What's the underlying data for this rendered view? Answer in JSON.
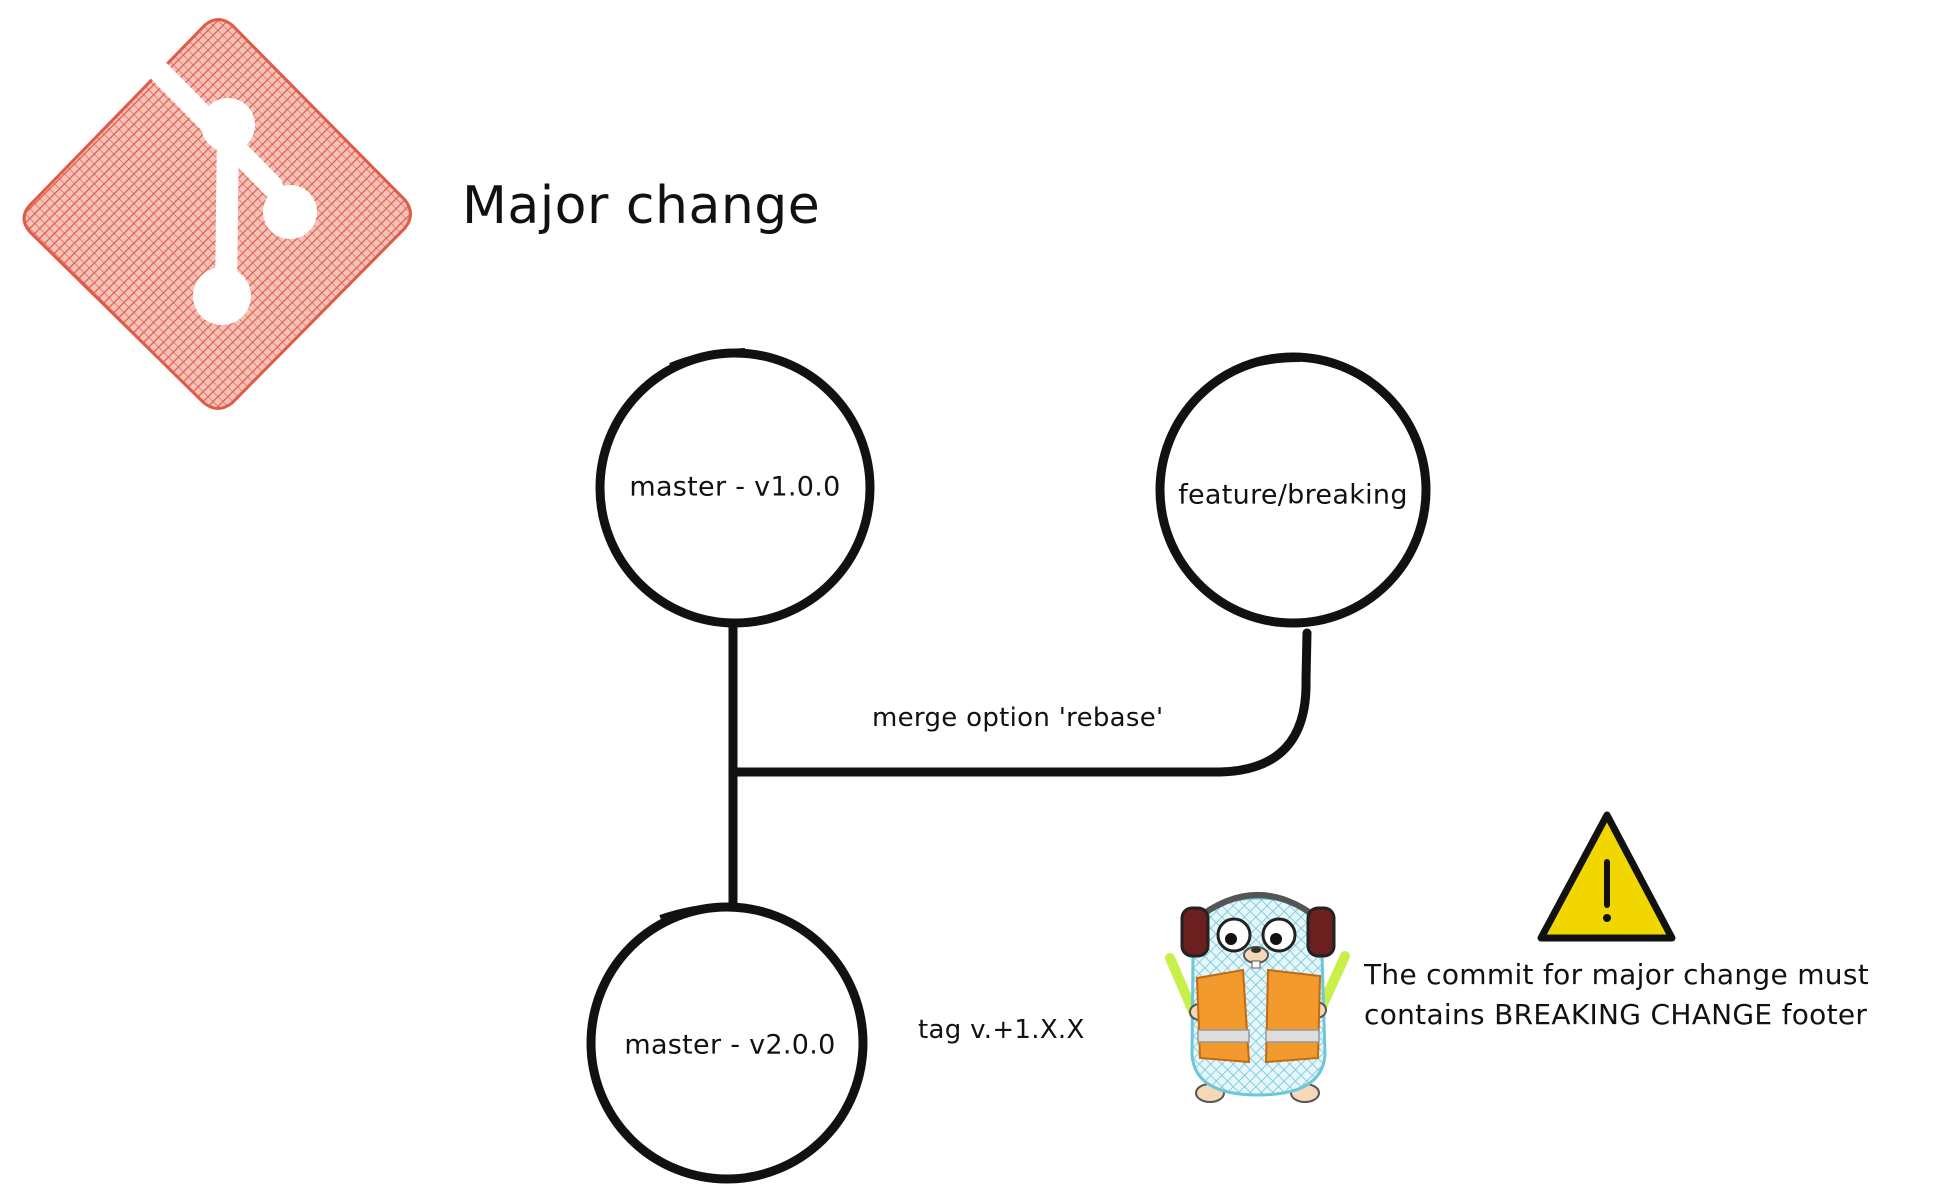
{
  "title": "Major change",
  "logo": {
    "icon": "git-logo-icon",
    "color": "#e05a47"
  },
  "nodes": {
    "master_v1": {
      "label": "master - v1.0.0"
    },
    "feature": {
      "label": "feature/breaking"
    },
    "master_v2": {
      "label": "master - v2.0.0"
    }
  },
  "edges": {
    "merge_label": "merge option 'rebase'",
    "tag_label": "tag v.+1.X.X"
  },
  "warning": {
    "icon": "warning-icon",
    "color": "#f2d600",
    "line1": "The commit for major change must",
    "line2": "contains BREAKING CHANGE footer"
  },
  "mascot": {
    "icon": "gopher-mascot-icon"
  }
}
